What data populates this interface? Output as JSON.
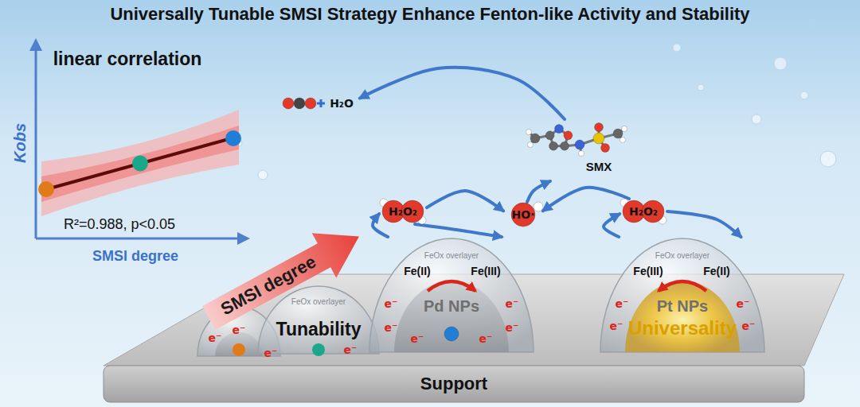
{
  "diagram": {
    "title": "Universally Tunable SMSI Strategy Enhance Fenton-like Activity and Stability",
    "nodes": [
      {
        "text": [
          "Support"
        ]
      },
      {
        "text": [
          "FeOx overlayer",
          "Fe(II)",
          "Fe(III)",
          "Pd NPs"
        ]
      },
      {
        "text": [
          "FeOx overlayer",
          "Fe(III)",
          "Fe(II)",
          "Pt NPs"
        ]
      },
      {
        "text": [
          "H₂O₂"
        ]
      },
      {
        "text": [
          "HO·"
        ]
      },
      {
        "text": [
          "H₂O₂"
        ]
      },
      {
        "text": [
          "SMX"
        ]
      },
      {
        "text": [
          "H₂O"
        ]
      }
    ],
    "edges": [
      {
        "from": 3,
        "to": 4,
        "arrow": "to"
      },
      {
        "from": 5,
        "to": 4,
        "arrow": "to"
      },
      {
        "from": 4,
        "to": 6,
        "arrow": "to"
      },
      {
        "from": 6,
        "to": 7,
        "arrow": "to"
      },
      {
        "from": 1,
        "to": 3,
        "arrow": "to"
      },
      {
        "from": 3,
        "to": 1,
        "arrow": "to"
      },
      {
        "from": 5,
        "to": 2,
        "arrow": "to"
      },
      {
        "from": 2,
        "to": 5,
        "arrow": "to"
      }
    ],
    "labels": [
      "linear correlation",
      "Kobs",
      "R²=0.988, p<0.05",
      "SMSI degree",
      "SMSI degree",
      "FeOx overlayer",
      "Tunability",
      "Universality",
      "e⁻",
      "e⁻",
      "e⁻",
      "e⁻",
      "e⁻",
      "e⁻",
      "e⁻",
      "e⁻",
      "e⁻",
      "e⁻",
      "e⁻",
      "e⁻",
      "e⁻",
      "e⁻"
    ]
  }
}
